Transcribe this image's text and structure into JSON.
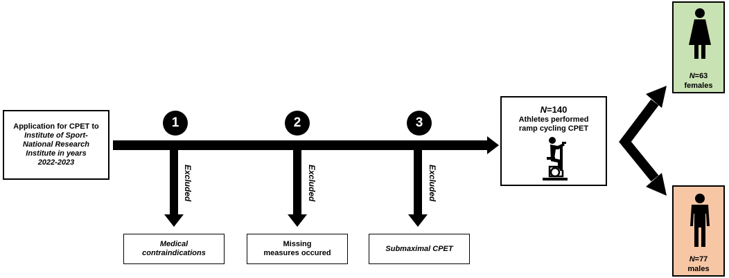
{
  "application": {
    "line1": "Application for CPET to",
    "line2": "Institute of Sport-",
    "line3": "National Research",
    "line4": "Institute in years",
    "line5": "2022-2023"
  },
  "steps": [
    {
      "number": "1",
      "excluded_label": "Excluded",
      "reason_line1": "Medical",
      "reason_line2": "contraindications"
    },
    {
      "number": "2",
      "excluded_label": "Excluded",
      "reason_line1": "Missing",
      "reason_line2": "measures occured"
    },
    {
      "number": "3",
      "excluded_label": "Excluded",
      "reason_line1": "Submaximal CPET",
      "reason_line2": ""
    }
  ],
  "result": {
    "n_symbol": "N",
    "n_value": "=140",
    "line1": "Athletes performed",
    "line2": "ramp cycling CPET",
    "icon": "exercise-bike-icon"
  },
  "females": {
    "n_symbol": "N",
    "n_value": "=63",
    "label": "females",
    "color": "#c9e2b3",
    "icon": "female-icon"
  },
  "males": {
    "n_symbol": "N",
    "n_value": "=77",
    "label": "males",
    "color": "#f6c6a5",
    "icon": "male-icon"
  }
}
